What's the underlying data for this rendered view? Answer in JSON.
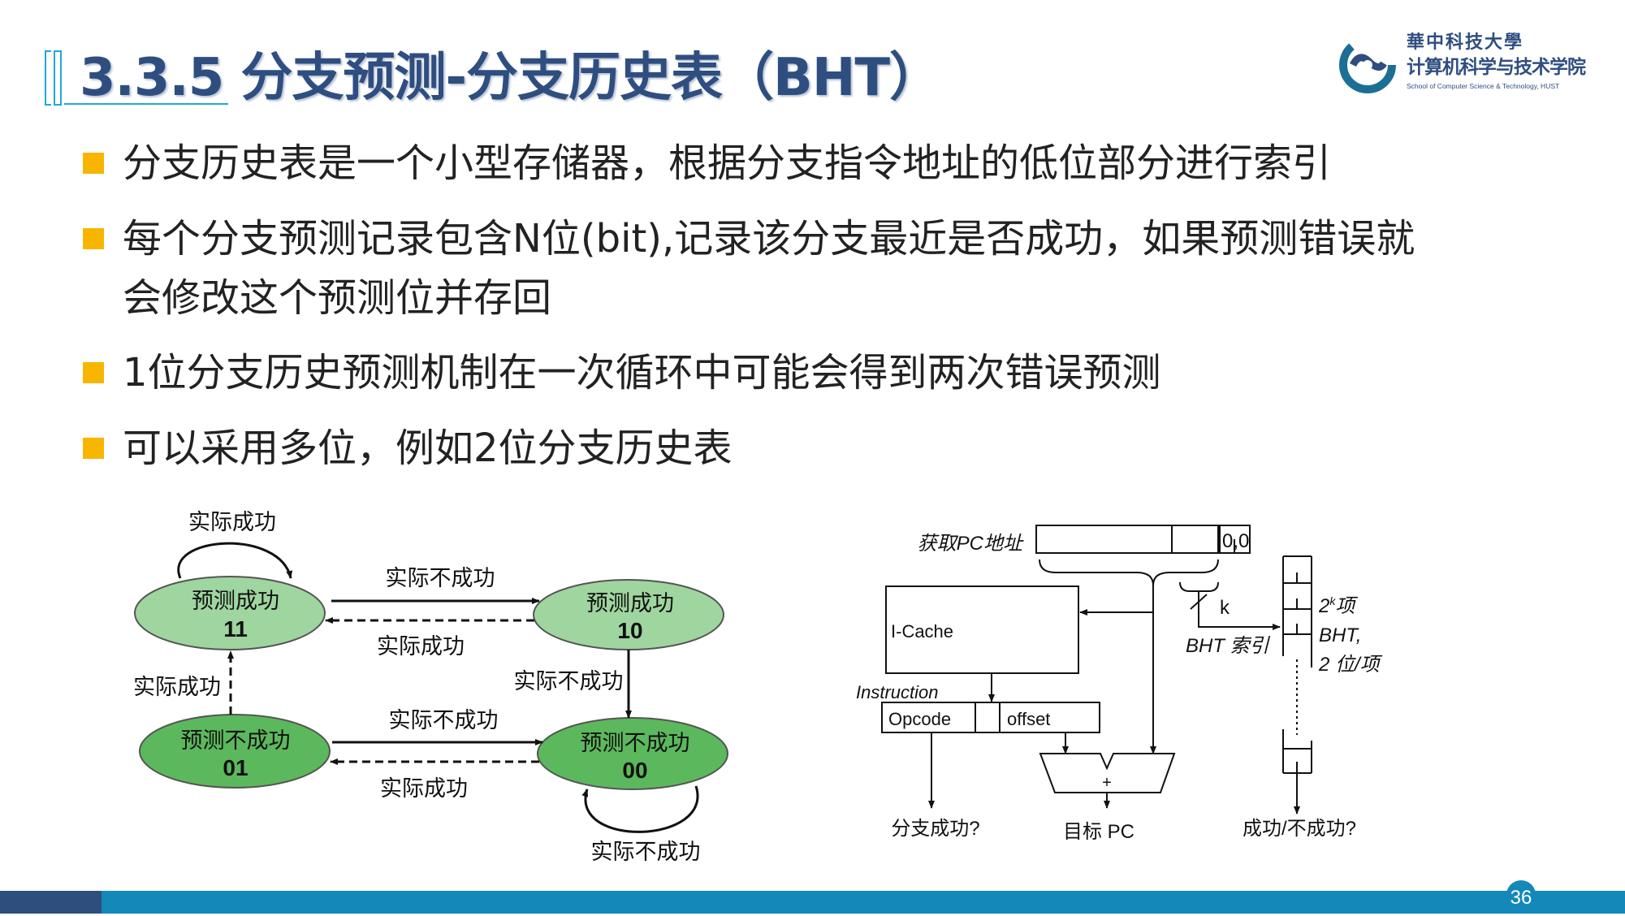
{
  "header": {
    "title": "3.3.5 分支预测-分支历史表（BHT）",
    "logo": {
      "name_traditional": "華中科技大學",
      "school_cn": "计算机科学与技术学院",
      "school_en": "School of Computer Science & Technology, HUST"
    }
  },
  "bullets": [
    {
      "text": "分支历史表是一个小型存储器，根据分支指令地址的低位部分进行索引"
    },
    {
      "text": "每个分支预测记录包含N位(bit),记录该分支最近是否成功，如果预测错误就",
      "text2": "会修改这个预测位并存回"
    },
    {
      "text": "1位分支历史预测机制在一次循环中可能会得到两次错误预测"
    },
    {
      "text": "可以采用多位，例如2位分支历史表"
    }
  ],
  "state_diagram": {
    "states": [
      {
        "label": "预测成功",
        "code": "11",
        "color": "#9fd59f"
      },
      {
        "label": "预测成功",
        "code": "10",
        "color": "#9fd59f"
      },
      {
        "label": "预测不成功",
        "code": "01",
        "color": "#5cb85c"
      },
      {
        "label": "预测不成功",
        "code": "00",
        "color": "#5cb85c"
      }
    ],
    "transitions": {
      "self_11": "实际成功",
      "t11_10": "实际不成功",
      "t10_11": "实际成功",
      "t01_11": "实际成功",
      "t10_00": "实际不成功",
      "t01_00": "实际不成功",
      "t00_01": "实际成功",
      "self_00": "实际不成功"
    }
  },
  "bht_diagram": {
    "pc_label": "获取PC地址",
    "pc_low_bits": "0,0",
    "k_label": "k",
    "bht_index": "BHT 索引",
    "icache": "I-Cache",
    "instruction": "Instruction",
    "opcode": "Opcode",
    "offset": "offset",
    "adder": "+",
    "entries_base": "2",
    "entries_exp": "k",
    "entries_suffix": "项",
    "bht_label": "BHT,",
    "bits_per_entry": "2 位/项",
    "out_branch": "分支成功?",
    "out_target": "目标 PC",
    "out_prediction": "成功/不成功?"
  },
  "footer": {
    "page_number": "36",
    "bar_color": "#1488b8",
    "block_color": "#2e4e7e"
  }
}
